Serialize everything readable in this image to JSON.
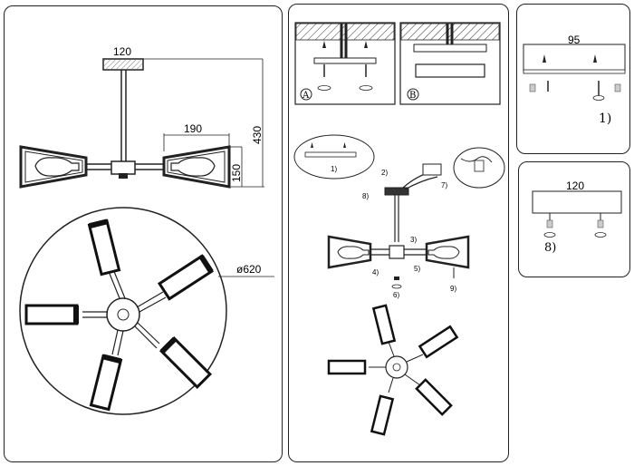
{
  "dimensions_panel": {
    "canopy_width": "120",
    "shade_width": "190",
    "total_height": "430",
    "shade_height": "150",
    "diameter": "ø620"
  },
  "install_panel": {
    "variant_a": "A",
    "variant_b": "B",
    "steps": [
      "1)",
      "2)",
      "3)",
      "4)",
      "5)",
      "6)",
      "7)",
      "8)",
      "9)"
    ]
  },
  "bracket_panel": {
    "width": "95",
    "step": "1)"
  },
  "canopy_panel": {
    "width": "120",
    "step": "8)"
  }
}
